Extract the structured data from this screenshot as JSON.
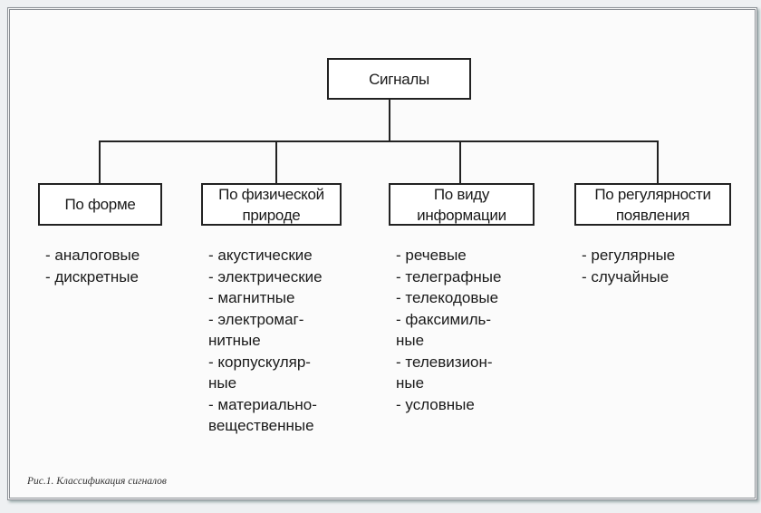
{
  "root": "Сигналы",
  "categories": [
    {
      "label_lines": [
        "По форме"
      ],
      "items": [
        "- аналоговые",
        "- дискретные"
      ]
    },
    {
      "label_lines": [
        "По физической",
        "природе"
      ],
      "items": [
        "- акустические",
        "- электрические",
        "- магнитные",
        "- электромаг-",
        "нитные",
        "- корпускуляр-",
        "ные",
        "- материально-",
        "вещественные"
      ]
    },
    {
      "label_lines": [
        "По виду",
        "информации"
      ],
      "items": [
        "- речевые",
        "- телеграфные",
        "- телекодовые",
        "- факсимиль-",
        "ные",
        "- телевизион-",
        "ные",
        "- условные"
      ]
    },
    {
      "label_lines": [
        "По регулярности",
        "появления"
      ],
      "items": [
        "- регулярные",
        "- случайные"
      ]
    }
  ],
  "caption": "Рис.1. Классификация сигналов"
}
